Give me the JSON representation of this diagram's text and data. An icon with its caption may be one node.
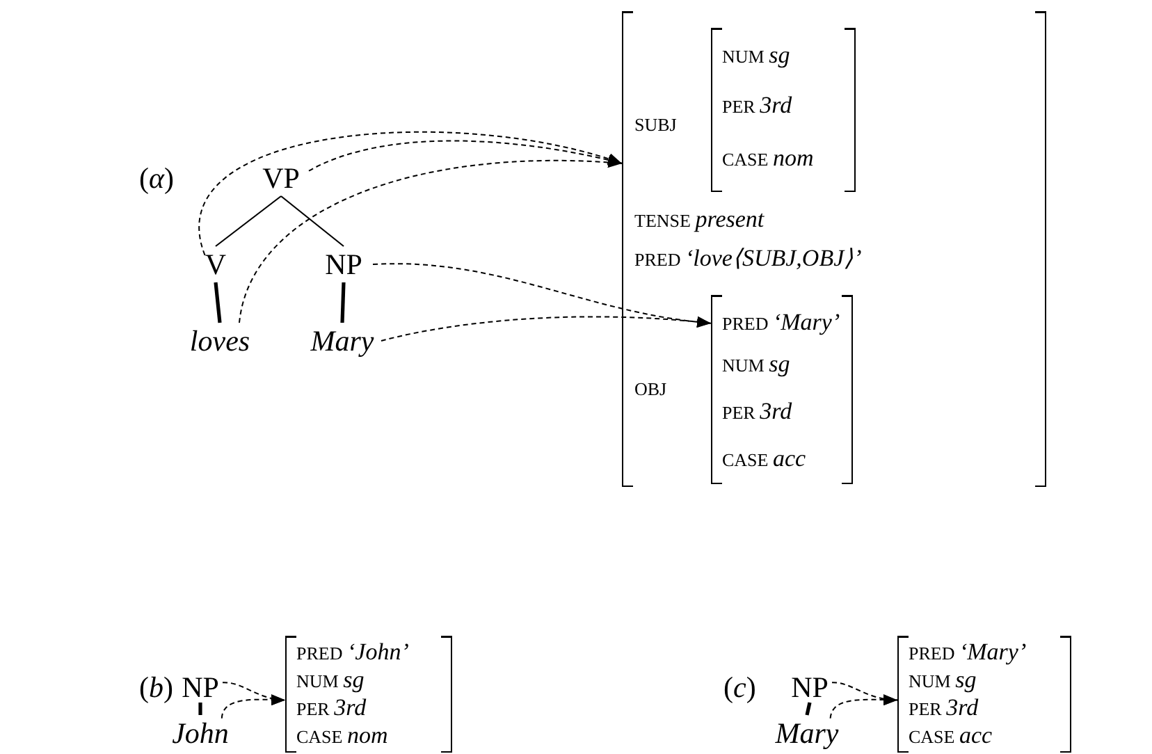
{
  "diagram": {
    "nodes": [
      {
        "text": [
          "VP"
        ]
      },
      {
        "text": [
          "V"
        ]
      },
      {
        "text": [
          "NP"
        ]
      },
      {
        "text": [
          "loves"
        ]
      },
      {
        "text": [
          "Mary"
        ]
      },
      {
        "text": [
          "SUBJ",
          "TENSE *present*",
          "PRED *‘love⟨SUBJ,OBJ⟩’*",
          "OBJ"
        ]
      },
      {
        "text": [
          "NUM *sg*",
          "PER *3rd*",
          "CASE *nom*"
        ],
        "in": 5
      },
      {
        "text": [
          "PRED *‘Mary’*",
          "NUM *sg*",
          "PER *3rd*",
          "CASE *acc*"
        ],
        "in": 5
      },
      {
        "text": [
          "NP"
        ]
      },
      {
        "text": [
          "John"
        ]
      },
      {
        "text": [
          "PRED *‘John’*",
          "NUM *sg*",
          "PER *3rd*",
          "CASE *nom*"
        ]
      },
      {
        "text": [
          "NP"
        ]
      },
      {
        "text": [
          "Mary"
        ]
      },
      {
        "text": [
          "PRED *‘Mary’*",
          "NUM *sg*",
          "PER *3rd*",
          "CASE *acc*"
        ]
      }
    ],
    "edges": [
      {
        "from": 0,
        "to": 1,
        "arrow": "none"
      },
      {
        "from": 0,
        "to": 2,
        "arrow": "none"
      },
      {
        "from": 1,
        "to": 3,
        "arrow": "none",
        "style": "thick"
      },
      {
        "from": 2,
        "to": 4,
        "arrow": "none",
        "style": "thick"
      },
      {
        "from": 1,
        "to": 5,
        "arrow": "to",
        "style": "dashed"
      },
      {
        "from": 0,
        "to": 5,
        "arrow": "to",
        "style": "dashed"
      },
      {
        "from": 3,
        "to": 5,
        "arrow": "to",
        "style": "dashed"
      },
      {
        "from": 2,
        "to": 7,
        "arrow": "to",
        "style": "dashed"
      },
      {
        "from": 4,
        "to": 7,
        "arrow": "to",
        "style": "dashed"
      },
      {
        "from": 8,
        "to": 9,
        "arrow": "none",
        "style": "thick"
      },
      {
        "from": 8,
        "to": 10,
        "arrow": "to",
        "style": "dashed"
      },
      {
        "from": 9,
        "to": 10,
        "arrow": "to",
        "style": "dashed"
      },
      {
        "from": 11,
        "to": 12,
        "arrow": "none",
        "style": "thick"
      },
      {
        "from": 11,
        "to": 13,
        "arrow": "to",
        "style": "dashed"
      },
      {
        "from": 12,
        "to": 13,
        "arrow": "to",
        "style": "dashed"
      }
    ],
    "labels": [
      "(*α*)",
      "(*b*)",
      "(*c*)"
    ]
  }
}
